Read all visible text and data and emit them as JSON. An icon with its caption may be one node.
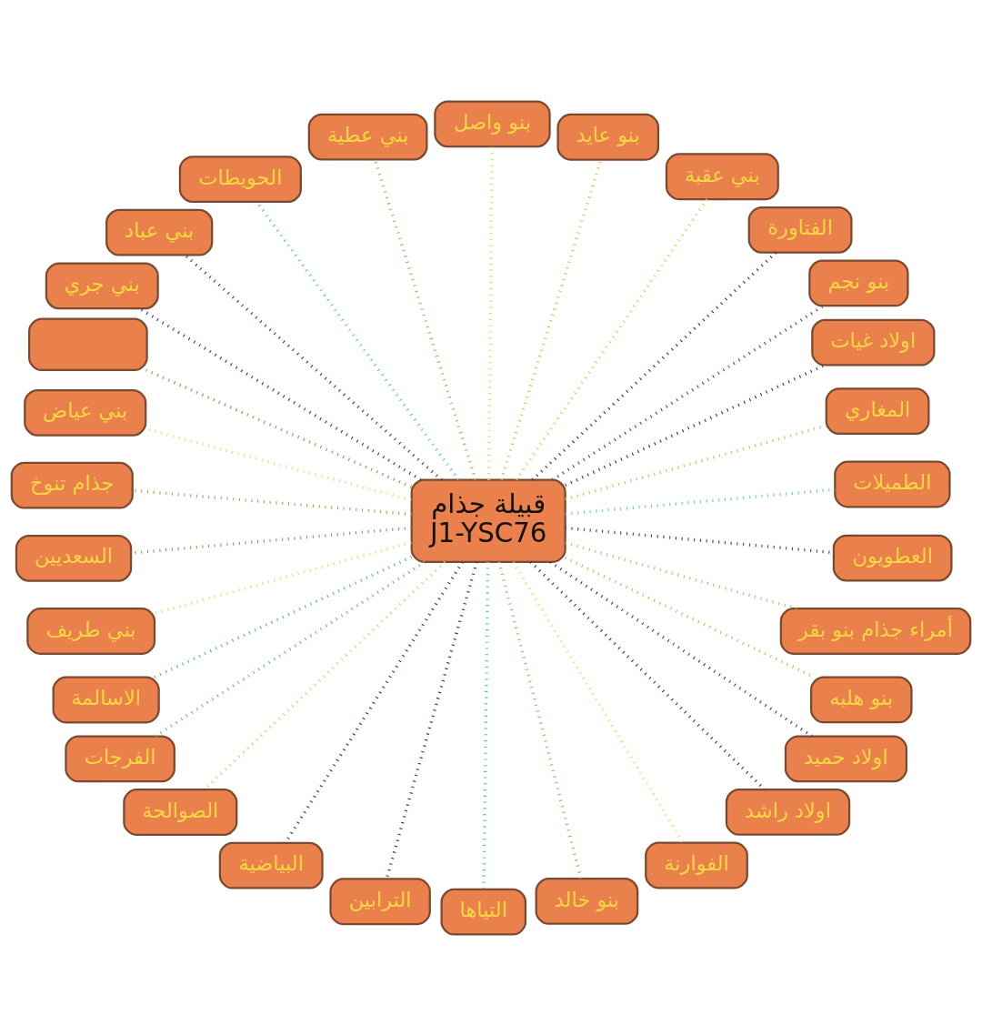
{
  "diagram": {
    "nodes": [
      {
        "text": [
          "قبيلة جذام",
          "J1-YSC76"
        ]
      },
      {
        "text": [
          "الطميلات"
        ]
      },
      {
        "text": [
          "المغاري"
        ]
      },
      {
        "text": [
          "اولاد غيات"
        ]
      },
      {
        "text": [
          "بنو نجم"
        ]
      },
      {
        "text": [
          "الفتاورة"
        ]
      },
      {
        "text": [
          "بني عقبة"
        ]
      },
      {
        "text": [
          "بنو عايد"
        ]
      },
      {
        "text": [
          "بنو واصل"
        ]
      },
      {
        "text": [
          "بني عطية"
        ]
      },
      {
        "text": [
          "الحويطات"
        ]
      },
      {
        "text": [
          "بني عباد"
        ]
      },
      {
        "text": [
          "بني جري"
        ]
      },
      {
        "text": [],
        "shape": "box"
      },
      {
        "text": [
          "بني عياض"
        ]
      },
      {
        "text": [
          "جذام تنوخ"
        ]
      },
      {
        "text": [
          "السعديين"
        ]
      },
      {
        "text": [
          "بني طريف"
        ]
      },
      {
        "text": [
          "الاسالمة"
        ]
      },
      {
        "text": [
          "الفرجات"
        ]
      },
      {
        "text": [
          "الصوالحة"
        ]
      },
      {
        "text": [
          "البياضية"
        ]
      },
      {
        "text": [
          "الترابين"
        ]
      },
      {
        "text": [
          "التياها"
        ]
      },
      {
        "text": [
          "بنو خالد"
        ]
      },
      {
        "text": [
          "الفوارنة"
        ]
      },
      {
        "text": [
          "اولاد راشد"
        ]
      },
      {
        "text": [
          "اولاد حميد"
        ]
      },
      {
        "text": [
          "بنو هلبه"
        ]
      },
      {
        "text": [
          "أمراء جذام بنو بقر"
        ]
      },
      {
        "text": [
          "العطويون"
        ]
      }
    ],
    "edges": [
      {
        "from": 0,
        "to": 1,
        "arrow": "none",
        "color": "#6ec6e0"
      },
      {
        "from": 0,
        "to": 2,
        "arrow": "none",
        "color": "#c8c060"
      },
      {
        "from": 0,
        "to": 3,
        "arrow": "none",
        "color": "#5a2a5a"
      },
      {
        "from": 0,
        "to": 4,
        "arrow": "none",
        "color": "#6a3aa0"
      },
      {
        "from": 0,
        "to": 5,
        "arrow": "none",
        "color": "#4a2a6a"
      },
      {
        "from": 0,
        "to": 6,
        "arrow": "none",
        "color": "#d8d060"
      },
      {
        "from": 0,
        "to": 7,
        "arrow": "none",
        "color": "#c8c860"
      },
      {
        "from": 0,
        "to": 8,
        "arrow": "none",
        "color": "#d8e070"
      },
      {
        "from": 0,
        "to": 9,
        "arrow": "none",
        "color": "#80c860"
      },
      {
        "from": 0,
        "to": 10,
        "arrow": "none",
        "color": "#60c0e0"
      },
      {
        "from": 0,
        "to": 11,
        "arrow": "none",
        "color": "#5a2a8a"
      },
      {
        "from": 0,
        "to": 12,
        "arrow": "none",
        "color": "#6a2a5a"
      },
      {
        "from": 0,
        "to": 13,
        "arrow": "none",
        "color": "#a09050"
      },
      {
        "from": 0,
        "to": 14,
        "arrow": "none",
        "color": "#e0e080"
      },
      {
        "from": 0,
        "to": 15,
        "arrow": "none",
        "color": "#b0a060"
      },
      {
        "from": 0,
        "to": 16,
        "arrow": "none",
        "color": "#a09060"
      },
      {
        "from": 0,
        "to": 17,
        "arrow": "none",
        "color": "#d8e080"
      },
      {
        "from": 0,
        "to": 18,
        "arrow": "none",
        "color": "#60b890"
      },
      {
        "from": 0,
        "to": 19,
        "arrow": "none",
        "color": "#70c070"
      },
      {
        "from": 0,
        "to": 20,
        "arrow": "none",
        "color": "#d8d070"
      },
      {
        "from": 0,
        "to": 21,
        "arrow": "none",
        "color": "#5a2a4a"
      },
      {
        "from": 0,
        "to": 22,
        "arrow": "none",
        "color": "#5a2a4a"
      },
      {
        "from": 0,
        "to": 23,
        "arrow": "none",
        "color": "#60c0a0"
      },
      {
        "from": 0,
        "to": 24,
        "arrow": "none",
        "color": "#80c870"
      },
      {
        "from": 0,
        "to": 25,
        "arrow": "none",
        "color": "#e0e070"
      },
      {
        "from": 0,
        "to": 26,
        "arrow": "none",
        "color": "#5a2a4a"
      },
      {
        "from": 0,
        "to": 27,
        "arrow": "none",
        "color": "#4a3a7a"
      },
      {
        "from": 0,
        "to": 28,
        "arrow": "none",
        "color": "#c8b860"
      },
      {
        "from": 0,
        "to": 29,
        "arrow": "none",
        "color": "#9ad070"
      },
      {
        "from": 0,
        "to": 30,
        "arrow": "none",
        "color": "#5a3a8a"
      }
    ]
  }
}
